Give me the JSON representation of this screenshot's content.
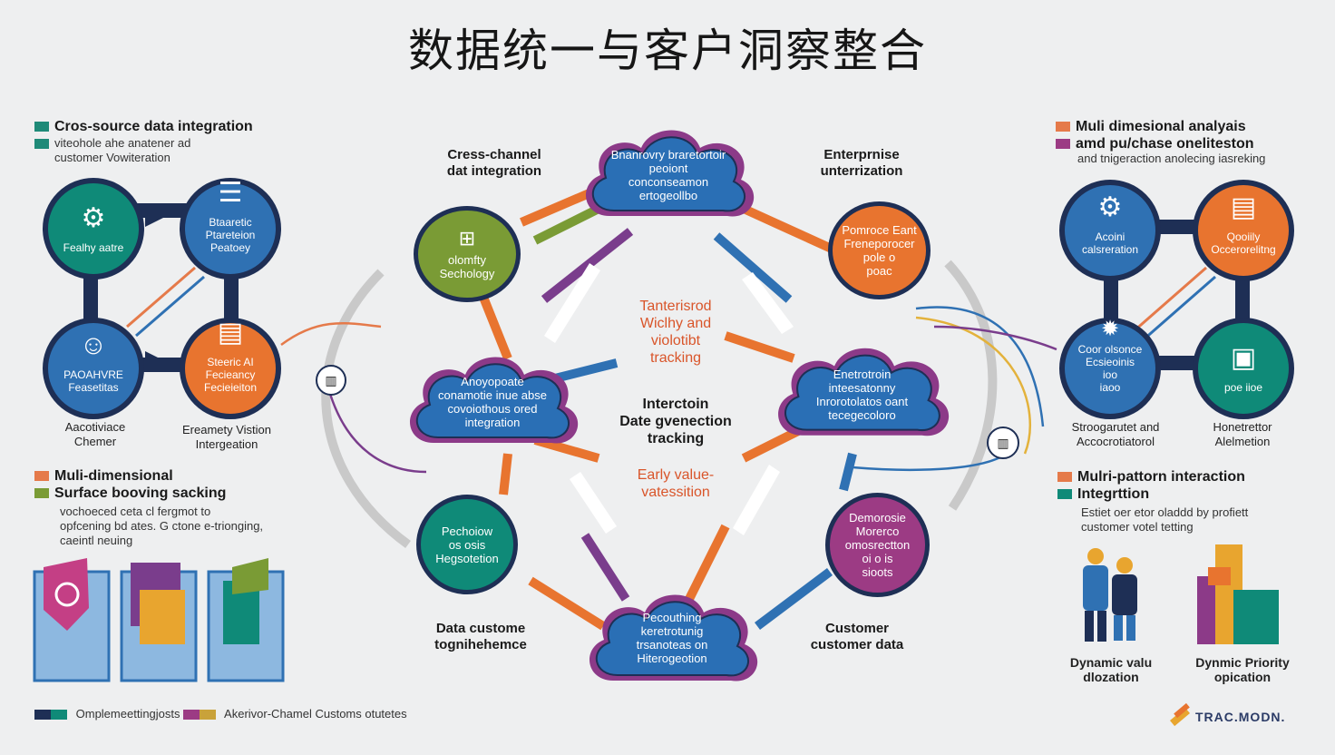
{
  "title": "数据统一与客户洞察整合",
  "colors": {
    "navy": "#1e2f55",
    "blue": "#2f71b3",
    "teal": "#0f8a78",
    "orange": "#e8742f",
    "green": "#7a9b35",
    "purple": "#7a3d8c",
    "cloud": "#2a6fb5"
  },
  "left_top": {
    "heading": "Cros-source data integration",
    "sub1": "viteohole ahe anatener ad",
    "sub2": "customer Vowiteration",
    "circles": [
      {
        "label": "Fealhy aatre",
        "icon": "network-icon",
        "color": "#0f8a78"
      },
      {
        "label1": "Btaaretic",
        "label2": "Ptareteion",
        "label3": "Peatoey",
        "icon": "database-icon",
        "color": "#2f71b3"
      },
      {
        "label1": "PAOAHVRE",
        "label2": "Feasetitas",
        "icon": "person-icon",
        "color": "#2f71b3"
      },
      {
        "label1": "Steeric AI",
        "label2": "Fecieancy",
        "label3": "Fecieieiton",
        "icon": "document-icon",
        "color": "#e8742f"
      }
    ],
    "caption_left1": "Aacotiviace",
    "caption_left2": "Chemer",
    "caption_right1": "Ereamety Vistion",
    "caption_right2": "Intergeation"
  },
  "left_bottom": {
    "heading1": "Muli-dimensional",
    "heading2": "Surface booving sacking",
    "sub1": "vochoeced ceta cl fergmot to",
    "sub2": "opfcening bd ates. G ctone e-trionging,",
    "sub3": "caeintl neuing"
  },
  "center": {
    "label_tl1": "Cress-channel",
    "label_tl2": "dat integration",
    "label_tr1": "Enterprnise",
    "label_tr2": "unterrization",
    "label_bl1": "Data custome",
    "label_bl2": "tognihehemce",
    "label_br1": "Customer",
    "label_br2": "customer data",
    "cloud_top": "Bnanrovry braretortoir peoiont conconseamon ertogeollbo",
    "cloud_left": "Anoyopoate conamotie inue abse covoiothous ored integration",
    "cloud_right": "Enetrotroin inteesatonny Inrorotolatos oant tecegecoloro",
    "cloud_bottom": "Pecouthing keretrotunig trsanoteas on Hiterogeotion",
    "circle_green1": "olomfty",
    "circle_green2": "Sechology",
    "circle_orange1": "Pomroce Eant",
    "circle_orange2": "Freneporocer",
    "circle_orange3": "pole o",
    "circle_orange4": "poac",
    "circle_teal1": "Pechoiow",
    "circle_teal2": "os osis",
    "circle_teal3": "Hegsotetion",
    "circle_purple1": "Demorosie",
    "circle_purple2": "Morerco",
    "circle_purple3": "omosrectton",
    "circle_purple4": "oi o is",
    "circle_purple5": "sioots",
    "mid1_1": "Tanterisrod",
    "mid1_2": "Wiclhy and",
    "mid1_3": "violotibt",
    "mid1_4": "tracking",
    "mid2_1": "Interctoin",
    "mid2_2": "Date gvenection",
    "mid2_3": "tracking",
    "mid3_1": "Early value-",
    "mid3_2": "vatessition"
  },
  "right_top": {
    "heading1": "Muli dimesional analyais",
    "heading2": "amd pu/chase oneliteston",
    "sub": "and tnigeraction anolecing iasreking",
    "circles": [
      {
        "label1": "Acoini",
        "label2": "calsreration",
        "icon": "network-icon",
        "color": "#2f71b3"
      },
      {
        "label1": "Qooiily",
        "label2": "Occerorelitng",
        "icon": "document-icon",
        "color": "#e8742f"
      },
      {
        "label1": "Coor olsonce",
        "label2": "Ecsieoinis",
        "label3": "ioo",
        "label4": "iaoo",
        "icon": "gear-icon",
        "color": "#2f71b3"
      },
      {
        "label": "poe iioe",
        "icon": "presenter-icon",
        "color": "#0f8a78"
      }
    ],
    "caption_left1": "Stroogarutet and",
    "caption_left2": "Accocrotiatorol",
    "caption_right1": "Honetrettor",
    "caption_right2": "Alelmetion"
  },
  "right_bottom": {
    "heading1": "Mulri-pattorn interaction",
    "heading2": "Integrttion",
    "sub1": "Estiet oer etor oladdd by profiett",
    "sub2": "customer votel tetting",
    "caption_left1": "Dynamic valu",
    "caption_left2": "dlozation",
    "caption_right1": "Dynmic Priority",
    "caption_right2": "opication"
  },
  "footer": {
    "text1": "Omplemeettingjosts",
    "text2": "Akerivor-Chamel Customs otutetes"
  },
  "logo": "TRAC.MODN."
}
